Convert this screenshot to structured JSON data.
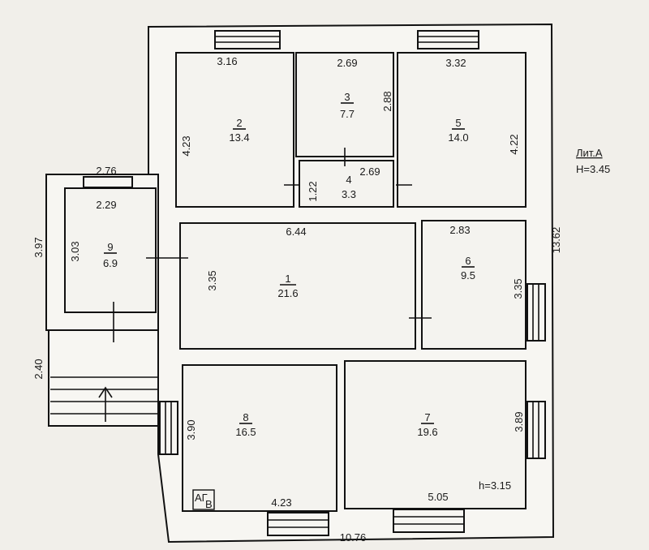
{
  "building": {
    "letter": "Лит.А",
    "height": "H=3.45",
    "ceiling": "h=3.15",
    "stamp": "АГВ"
  },
  "rooms": [
    {
      "num": "1",
      "area": "21.6"
    },
    {
      "num": "2",
      "area": "13.4"
    },
    {
      "num": "3",
      "area": "7.7"
    },
    {
      "num": "4",
      "area": "3.3"
    },
    {
      "num": "5",
      "area": "14.0"
    },
    {
      "num": "6",
      "area": "9.5"
    },
    {
      "num": "7",
      "area": "19.6"
    },
    {
      "num": "8",
      "area": "16.5"
    },
    {
      "num": "9",
      "area": "6.9"
    }
  ],
  "dimensions": {
    "r2_w": "3.16",
    "r3_w": "2.69",
    "r5_w": "3.32",
    "r3_h": "2.88",
    "r2_h": "4.23",
    "r5_h": "4.22",
    "r4_w": "2.69",
    "r4_h": "1.22",
    "r1_w": "6.44",
    "r6_w": "2.83",
    "r1_h": "3.35",
    "r6_h": "3.35",
    "total_h": "13.62",
    "annex_outer_w": "2.76",
    "r9_w": "2.29",
    "annex_outer_h": "3.97",
    "r9_h": "3.03",
    "porch_h": "2.40",
    "r8_h": "3.90",
    "r7_h": "3.89",
    "r8_w": "4.23",
    "r7_w": "5.05",
    "total_w": "10.76"
  }
}
